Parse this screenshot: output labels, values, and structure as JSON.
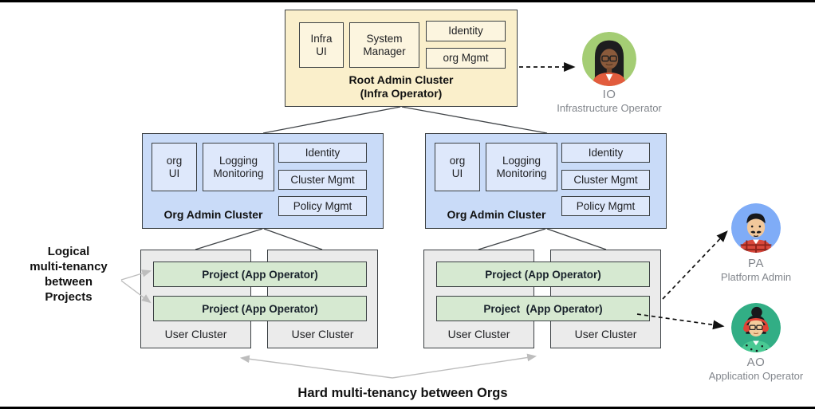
{
  "root_cluster": {
    "title": "Root Admin Cluster\n(Infra Operator)",
    "components": {
      "infra_ui": "Infra\nUI",
      "system_manager": "System\nManager",
      "identity": "Identity",
      "org_mgmt": "org Mgmt"
    }
  },
  "org_clusters": [
    {
      "title": "Org Admin Cluster",
      "components": {
        "org_ui": "org\nUI",
        "logging_monitoring": "Logging\nMonitoring",
        "identity": "Identity",
        "cluster_mgmt": "Cluster Mgmt",
        "policy_mgmt": "Policy Mgmt"
      },
      "projects": [
        "Project (App Operator)",
        "Project (App Operator)"
      ],
      "user_clusters": [
        "User Cluster",
        "User Cluster"
      ]
    },
    {
      "title": "Org Admin Cluster",
      "components": {
        "org_ui": "org\nUI",
        "logging_monitoring": "Logging\nMonitoring",
        "identity": "Identity",
        "cluster_mgmt": "Cluster Mgmt",
        "policy_mgmt": "Policy Mgmt"
      },
      "projects": [
        "Project (App Operator)",
        "Project  (App Operator)"
      ],
      "user_clusters": [
        "User Cluster",
        "User Cluster"
      ]
    }
  ],
  "personas": [
    {
      "abbr": "IO",
      "name": "Infrastructure Operator"
    },
    {
      "abbr": "PA",
      "name": "Platform Admin"
    },
    {
      "abbr": "AO",
      "name": "Application Operator"
    }
  ],
  "annotations": {
    "side_label": "Logical\nmulti-tenancy\nbetween\nProjects",
    "bottom_label": "Hard multi-tenancy between Orgs"
  },
  "colors": {
    "root_fill": "#FAEFCB",
    "root_inner_fill": "#FCF5DF",
    "org_fill": "#C9DBF8",
    "org_inner_fill": "#DEE8FB",
    "project_fill": "#D6E9D1",
    "user_cluster_fill": "#EBEBEB",
    "io_circle": "#A4CD74",
    "pa_circle": "#7FACF7",
    "ao_circle": "#32AE85",
    "border": "#3B4043",
    "persona_text": "#82868C",
    "gray_arrow": "#BDBDBD",
    "dashed_arrow": "#111111"
  }
}
